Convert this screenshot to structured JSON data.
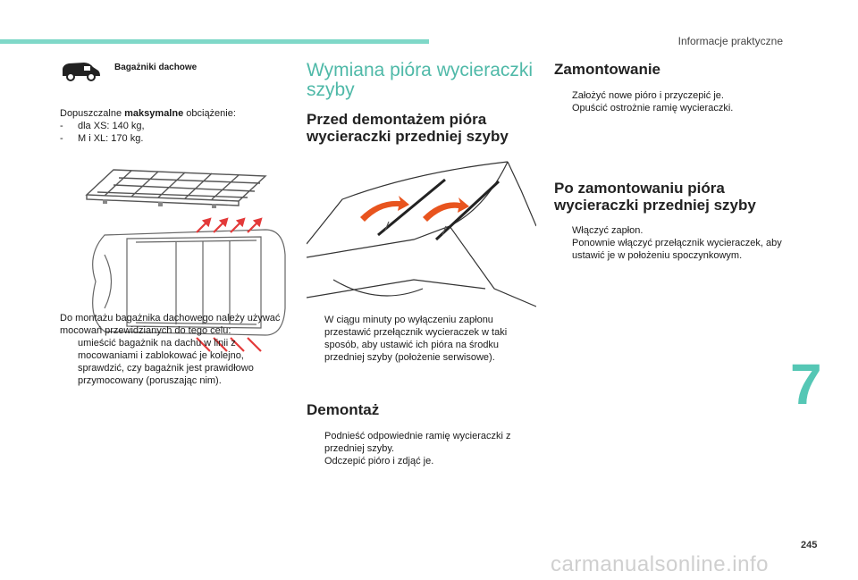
{
  "header": {
    "section": "Informacje praktyczne",
    "chapter": "7",
    "page": "245",
    "watermark": "carmanualsonline.info"
  },
  "col1": {
    "title": "Bagażniki dachowe",
    "intro_prefix": "Dopuszczalne ",
    "intro_bold": "maksymalne",
    "intro_suffix": " obciążenie:",
    "loads": [
      {
        "marker": "-",
        "text": "dla XS: 140 kg,"
      },
      {
        "marker": "-",
        "text": "M i XL: 170 kg."
      }
    ],
    "mount_text": "Do montażu bagażnika dachowego należy używać mocowań przewidzianych do tego celu:",
    "steps": [
      {
        "marker": "",
        "text": "umieścić bagażnik na dachu w linii z mocowaniami i zablokować je kolejno,"
      },
      {
        "marker": "",
        "text": "sprawdzić, czy bagażnik jest prawidłowo przymocowany (poruszając nim)."
      }
    ]
  },
  "col2": {
    "title": "Wymiana pióra wycieraczki szyby",
    "subtitle": "Przed demontażem pióra wycieraczki przedniej szyby",
    "before_steps": [
      {
        "marker": "",
        "text": "W ciągu minuty po wyłączeniu zapłonu przestawić przełącznik wycieraczek w taki sposób, aby ustawić ich pióra na środku przedniej szyby (położenie serwisowe)."
      }
    ],
    "removal_title": "Demontaż",
    "removal_steps": [
      {
        "marker": "",
        "text": "Podnieść odpowiednie ramię wycieraczki z przedniej szyby."
      },
      {
        "marker": "",
        "text": "Odczepić pióro i zdjąć je."
      }
    ]
  },
  "col3": {
    "mount_title": "Zamontowanie",
    "mount_steps": [
      {
        "marker": "",
        "text": "Założyć nowe pióro i przyczepić je."
      },
      {
        "marker": "",
        "text": "Opuścić ostrożnie ramię wycieraczki."
      }
    ],
    "after_title": "Po zamontowaniu pióra wycieraczki przedniej szyby",
    "after_steps": [
      {
        "marker": "",
        "text": "Włączyć zapłon."
      },
      {
        "marker": "",
        "text": "Ponownie włączyć przełącznik wycieraczek, aby ustawić je w położeniu spoczynkowym."
      }
    ]
  },
  "colors": {
    "accent": "#55c7b5",
    "bar": "#7fd8c8",
    "arrow_red": "#e33a3a",
    "arrow_orange": "#e8541e"
  }
}
